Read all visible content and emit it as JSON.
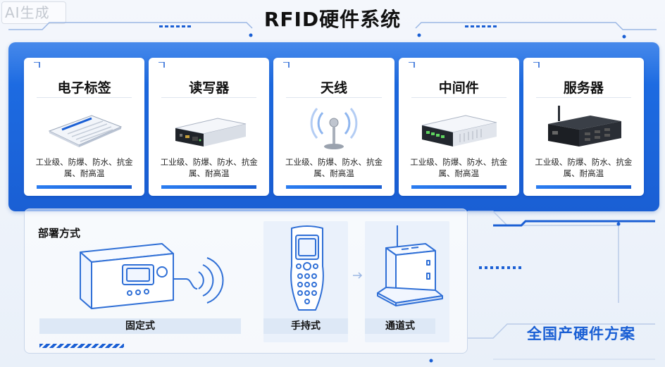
{
  "watermark": "AI生成",
  "title": "RFID硬件系统",
  "components": [
    {
      "name": "电子标签",
      "desc": "工业级、防爆、防水、抗金属、耐高温",
      "icon": "rfid-tag-icon"
    },
    {
      "name": "读写器",
      "desc": "工业级、防爆、防水、抗金属、耐高温",
      "icon": "reader-device-icon"
    },
    {
      "name": "天线",
      "desc": "工业级、防爆、防水、抗金属、耐高温",
      "icon": "antenna-icon"
    },
    {
      "name": "中间件",
      "desc": "工业级、防爆、防水、抗金属、耐高温",
      "icon": "middleware-box-icon"
    },
    {
      "name": "服务器",
      "desc": "工业级、防爆、防水、抗金属、耐高温",
      "icon": "server-box-icon"
    }
  ],
  "deployment": {
    "label": "部署方式",
    "modes": [
      {
        "name": "固定式",
        "icon": "fixed-reader-icon"
      },
      {
        "name": "手持式",
        "icon": "handheld-reader-icon"
      },
      {
        "name": "通道式",
        "icon": "channel-gate-icon"
      }
    ]
  },
  "solution": "全国产硬件方案",
  "colors": {
    "accent": "#1a5fd4",
    "accent_light": "#2a7cf0",
    "outline": "#2f6fd6"
  }
}
